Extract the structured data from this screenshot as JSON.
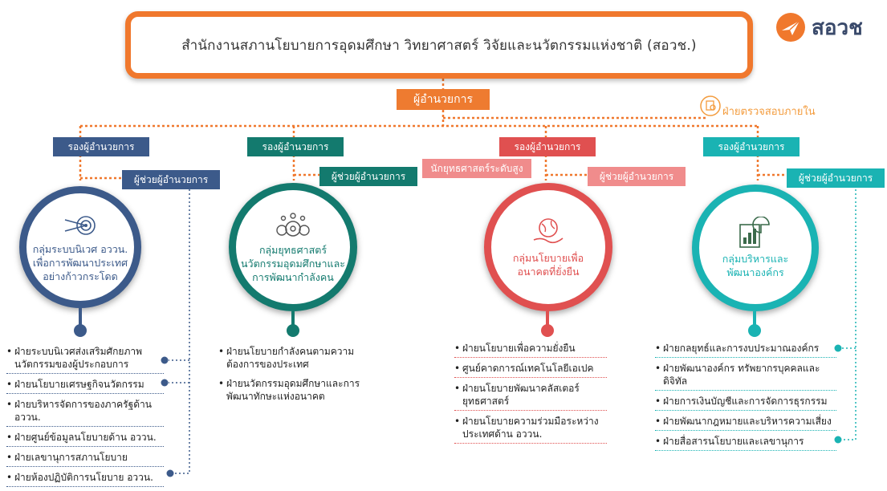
{
  "title": "สำนักงานสภานโยบายการอุดมศึกษา วิทยาศาสตร์ วิจัยและนวัตกรรมแห่งชาติ (สอวช.)",
  "logo": {
    "text": "สอวช",
    "icon": "paper-plane-logo-icon",
    "color": "#f0782d"
  },
  "director": "ผู้อำนวยการ",
  "internal_audit": "ฝ่ายตรวจสอบภายใน",
  "colors": {
    "orange": "#f0782d",
    "navy": "#3c5a8a",
    "dark_teal": "#137a6e",
    "red": "#e05050",
    "pink": "#f08c8c",
    "teal": "#1ab3b3"
  },
  "branches": [
    {
      "deputy": "รองผู้อำนวยการ",
      "assistant": "ผู้ช่วยผู้อำนวยการ",
      "group_icon": "target-arrow-icon",
      "group_lines": [
        "กลุ่มระบบนิเวศ อววน.",
        "เพื่อการพัฒนาประเทศ",
        "อย่างก้าวกระโดด"
      ],
      "items": [
        "ฝ่ายระบบนิเวศส่งเสริมศักยภาพนวัตกรรมของผู้ประกอบการ",
        "ฝ่ายนโยบายเศรษฐกิจนวัตกรรม",
        "ฝ่ายบริหารจัดการของภาครัฐด้าน อววน.",
        "ฝ่ายศูนย์ข้อมูลนโยบายด้าน อววน.",
        "ฝ่ายเลขานุการสภานโยบาย",
        "ฝ่ายห้องปฏิบัติการนโยบาย อววน."
      ]
    },
    {
      "deputy": "รองผู้อำนวยการ",
      "assistant": "ผู้ช่วยผู้อำนวยการ",
      "group_icon": "gears-people-icon",
      "group_lines": [
        "กลุ่มยุทธศาสตร์",
        "นวัตกรรมอุดมศึกษาและ",
        "การพัฒนากำลังคน"
      ],
      "items": [
        "ฝ่ายนโยบายกำลังคนตามความต้องการของประเทศ",
        "ฝ่ายนวัตกรรมอุดมศึกษาและการพัฒนาทักษะแห่งอนาคต"
      ]
    },
    {
      "deputy": "รองผู้อำนวยการ",
      "strategist": "นักยุทธศาสตร์ระดับสูง",
      "assistant": "ผู้ช่วยผู้อำนวยการ",
      "group_icon": "hand-globe-icon",
      "group_lines": [
        "กลุ่มนโยบายเพื่อ",
        "อนาคตที่ยั่งยืน"
      ],
      "items": [
        "ฝ่ายนโยบายเพื่อความยั่งยืน",
        "ศูนย์คาดการณ์เทคโนโลยีเอเปค",
        "ฝ่ายนโยบายพัฒนาคลัสเตอร์ยุทธศาสตร์",
        "ฝ่ายนโยบายความร่วมมือระหว่างประเทศด้าน อววน."
      ]
    },
    {
      "deputy": "รองผู้อำนวยการ",
      "assistant": "ผู้ช่วยผู้อำนวยการ",
      "group_icon": "chart-clipboard-icon",
      "group_lines": [
        "กลุ่มบริหารและ",
        "พัฒนาองค์กร"
      ],
      "items": [
        "ฝ่ายกลยุทธ์และการงบประมาณองค์กร",
        "ฝ่ายพัฒนาองค์กร ทรัพยากรบุคคลและดิจิทัล",
        "ฝ่ายการเงินบัญชีและการจัดการธุรกรรม",
        "ฝ่ายพัฒนากฎหมายและบริหารความเสี่ยง",
        "ฝ่ายสื่อสารนโยบายและเลขานุการ"
      ]
    }
  ]
}
